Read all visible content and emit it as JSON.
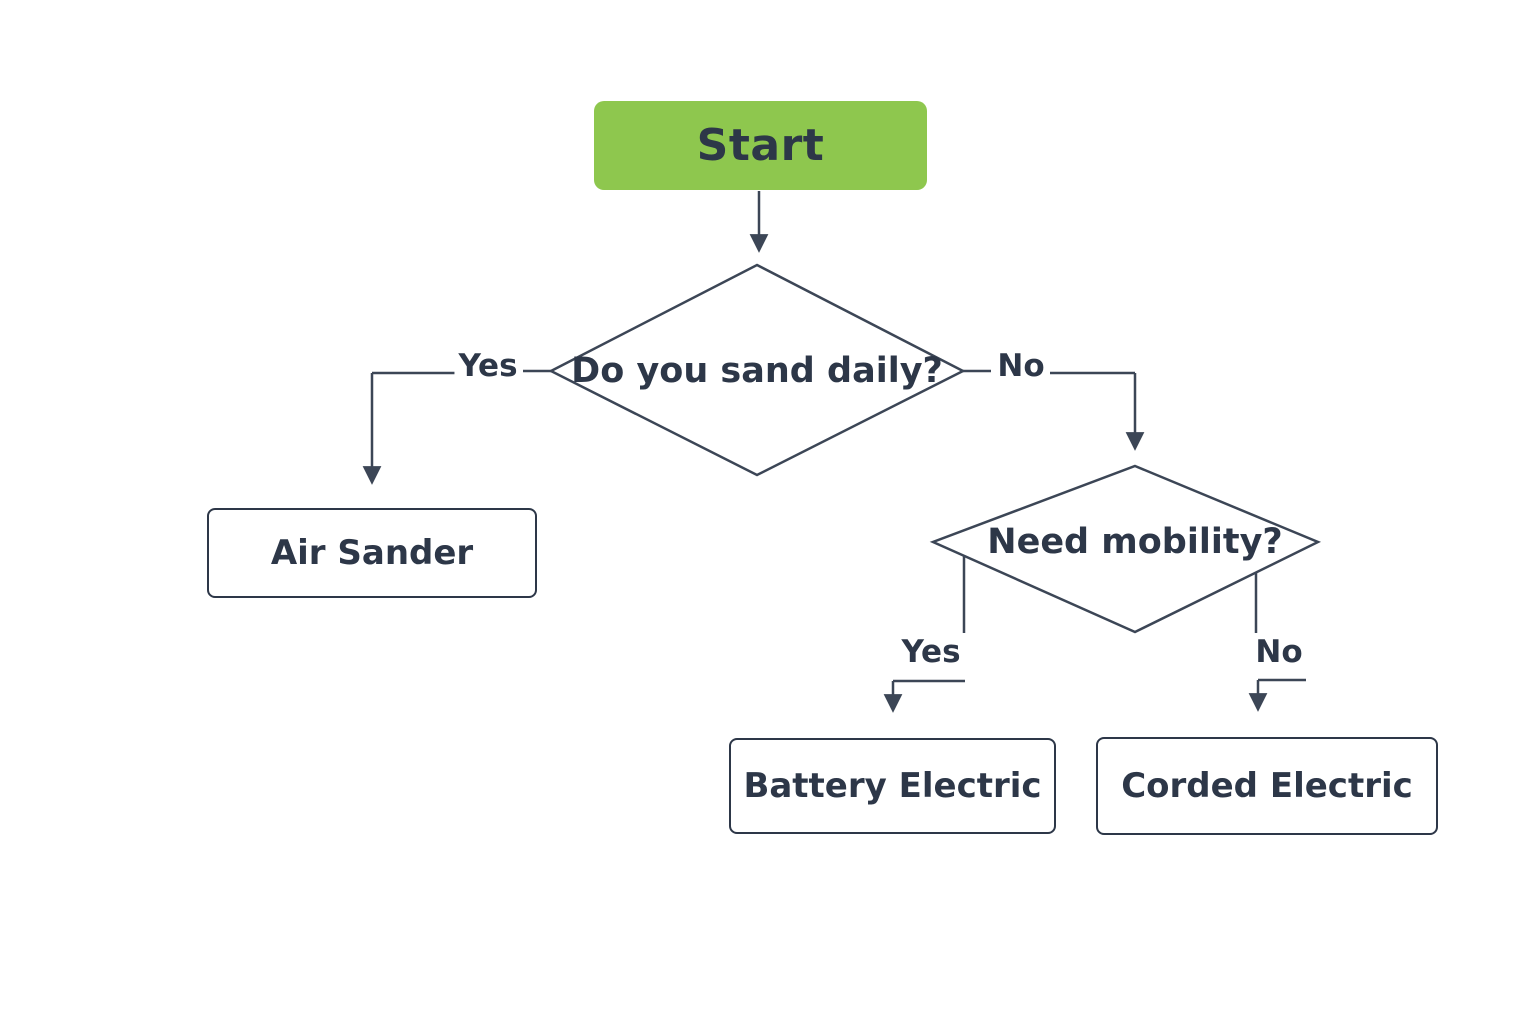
{
  "diagram": {
    "type": "flowchart",
    "colors": {
      "start_fill": "#8ec74e",
      "line": "#3c4656",
      "text": "#2d3748",
      "node_background": "#ffffff",
      "page_background": "#ffffff"
    },
    "nodes": {
      "start": {
        "label": "Start",
        "type": "start"
      },
      "decision_sand_daily": {
        "label": "Do you sand daily?",
        "type": "decision"
      },
      "air_sander": {
        "label": "Air Sander",
        "type": "result"
      },
      "decision_need_mobility": {
        "label": "Need mobility?",
        "type": "decision"
      },
      "battery_electric": {
        "label": "Battery Electric",
        "type": "result"
      },
      "corded_electric": {
        "label": "Corded Electric",
        "type": "result"
      }
    },
    "edges": {
      "sand_daily_yes": {
        "label": "Yes",
        "from": "decision_sand_daily",
        "to": "air_sander"
      },
      "sand_daily_no": {
        "label": "No",
        "from": "decision_sand_daily",
        "to": "decision_need_mobility"
      },
      "need_mobility_yes": {
        "label": "Yes",
        "from": "decision_need_mobility",
        "to": "battery_electric"
      },
      "need_mobility_no": {
        "label": "No",
        "from": "decision_need_mobility",
        "to": "corded_electric"
      }
    }
  }
}
